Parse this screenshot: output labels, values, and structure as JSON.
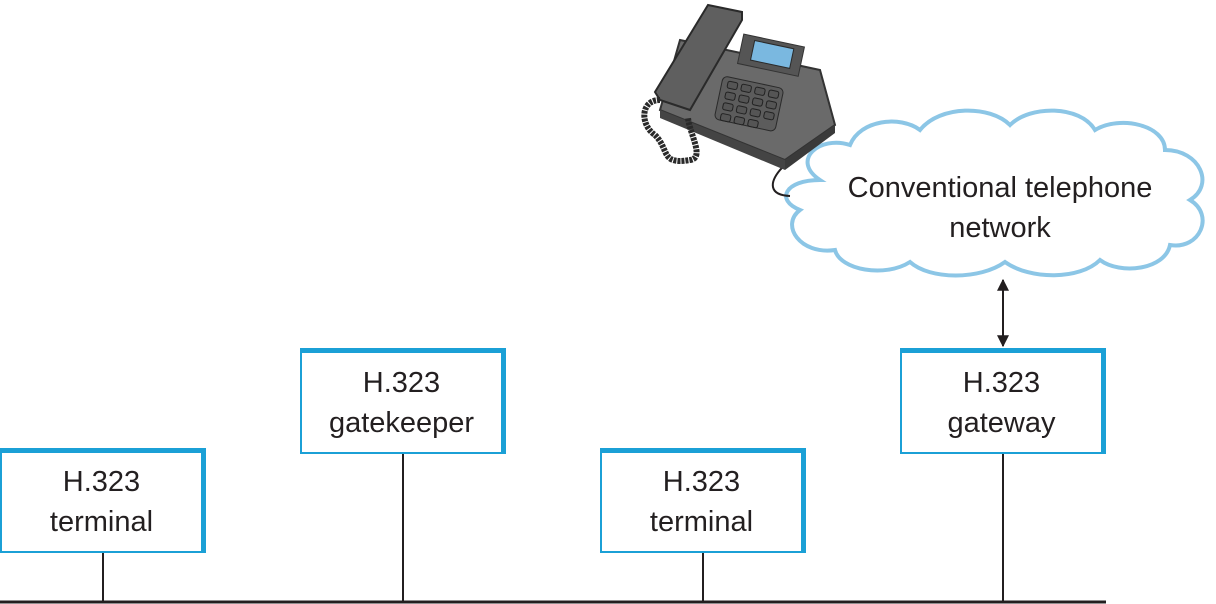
{
  "diagram": {
    "title": "H.323 network components",
    "cloud": {
      "line1": "Conventional telephone",
      "line2": "network"
    },
    "nodes": [
      {
        "id": "terminal-1",
        "line1": "H.323",
        "line2": "terminal"
      },
      {
        "id": "gatekeeper",
        "line1": "H.323",
        "line2": "gatekeeper"
      },
      {
        "id": "terminal-2",
        "line1": "H.323",
        "line2": "terminal"
      },
      {
        "id": "gateway",
        "line1": "H.323",
        "line2": "gateway"
      }
    ],
    "colors": {
      "box_border": "#1ba0d6",
      "cloud_stroke": "#8cc6e6",
      "line": "#231f20",
      "phone": "#5a5a5a",
      "phone_screen": "#7ab8e0"
    },
    "connections": [
      {
        "from": "gateway",
        "to": "cloud",
        "type": "bidirectional-arrow"
      },
      {
        "from": "phone",
        "to": "cloud",
        "type": "cord"
      },
      {
        "from": "terminal-1",
        "to": "bus",
        "type": "line"
      },
      {
        "from": "gatekeeper",
        "to": "bus",
        "type": "line"
      },
      {
        "from": "terminal-2",
        "to": "bus",
        "type": "line"
      },
      {
        "from": "gateway",
        "to": "bus",
        "type": "line"
      }
    ]
  }
}
